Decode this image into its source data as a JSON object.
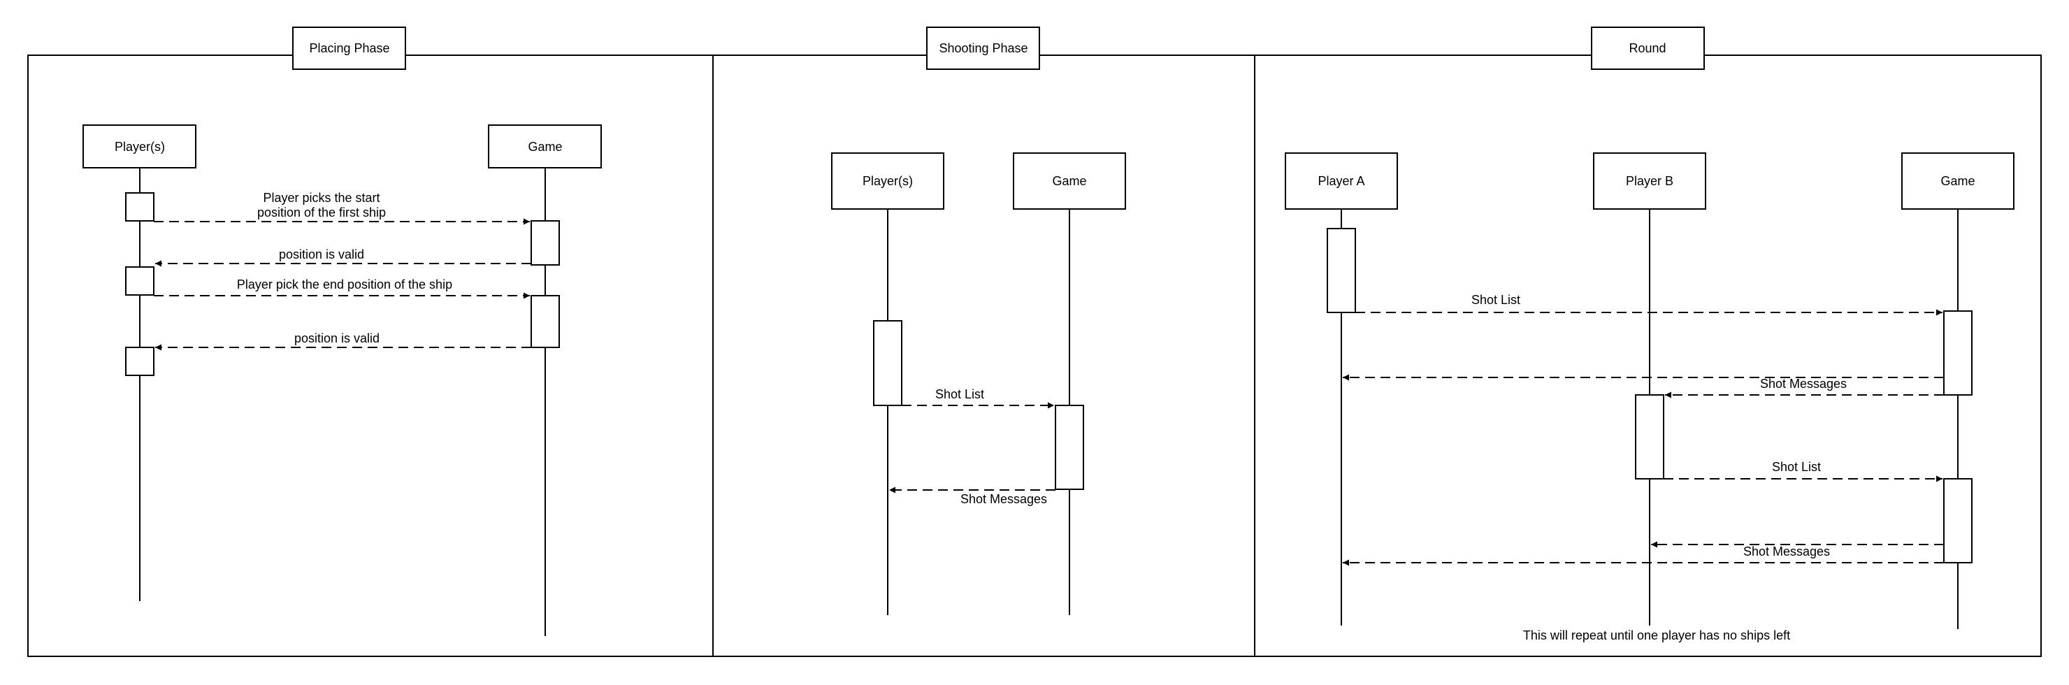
{
  "phases": {
    "placing": "Placing Phase",
    "shooting": "Shooting Phase",
    "round": "Round"
  },
  "placing": {
    "players": "Player(s)",
    "game": "Game",
    "m1_line1": "Player picks the start",
    "m1_line2": "position of the first ship",
    "m2": "position is valid",
    "m3": "Player pick the end position of the ship",
    "m4": "position is valid"
  },
  "shooting": {
    "players": "Player(s)",
    "game": "Game",
    "m1": "Shot List",
    "m2": "Shot Messages"
  },
  "round": {
    "player_a": "Player A",
    "player_b": "Player B",
    "game": "Game",
    "m1": "Shot List",
    "m2": "Shot Messages",
    "m3": "Shot List",
    "m4": "Shot Messages",
    "note": "This will repeat until one player has no ships left"
  }
}
